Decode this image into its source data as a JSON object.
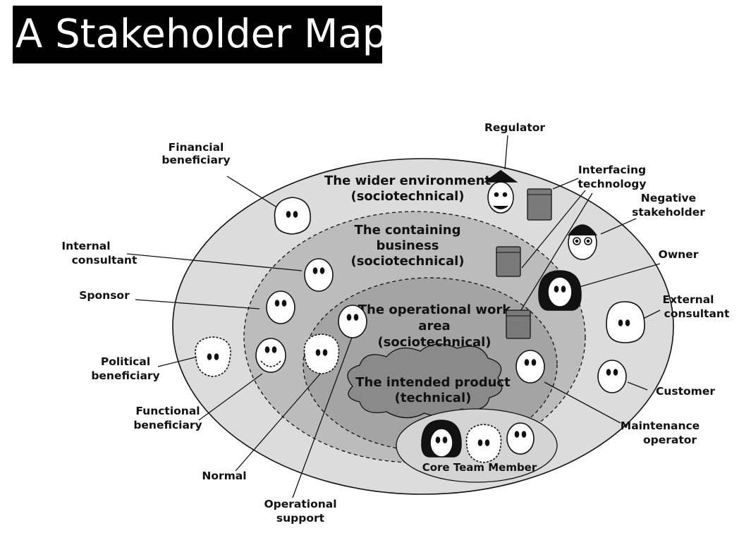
{
  "title": "A Stakeholder Map",
  "zones": {
    "wider": [
      "The wider environment",
      "(sociotechnical)"
    ],
    "containing": [
      "The containing",
      "business",
      "(sociotechnical)"
    ],
    "operational": [
      "The operational work",
      "area",
      "(sociotechnical)"
    ],
    "product": [
      "The intended product",
      "(technical)"
    ],
    "core": "Core Team Member"
  },
  "stakeholders": {
    "regulator": [
      "Regulator"
    ],
    "financial": [
      "Financial",
      "beneficiary"
    ],
    "interfacing": [
      "Interfacing",
      "technology"
    ],
    "negative": [
      "Negative",
      "stakeholder"
    ],
    "internal": [
      "Internal",
      "consultant"
    ],
    "owner": [
      "Owner"
    ],
    "sponsor": [
      "Sponsor"
    ],
    "external": [
      "External",
      "consultant"
    ],
    "political": [
      "Political",
      "beneficiary"
    ],
    "customer": [
      "Customer"
    ],
    "functional": [
      "Functional",
      "beneficiary"
    ],
    "maintenance": [
      "Maintenance",
      "operator"
    ],
    "normal": [
      "Normal"
    ],
    "operational_support": [
      "Operational",
      "support"
    ]
  },
  "colors": {
    "outer": "#dcdcdc",
    "middle": "#bcbcbc",
    "inner": "#a4a4a4",
    "cloud": "#8a8a8a",
    "core": "#d4d4d4"
  }
}
